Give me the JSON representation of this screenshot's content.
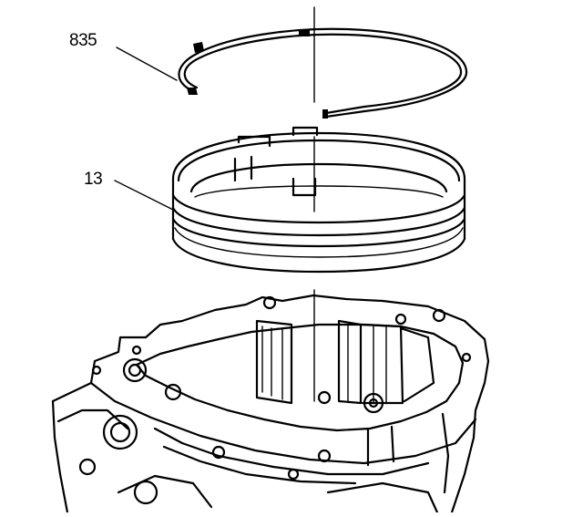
{
  "callouts": [
    {
      "id": "835",
      "label": "835"
    },
    {
      "id": "13",
      "label": "13"
    }
  ]
}
